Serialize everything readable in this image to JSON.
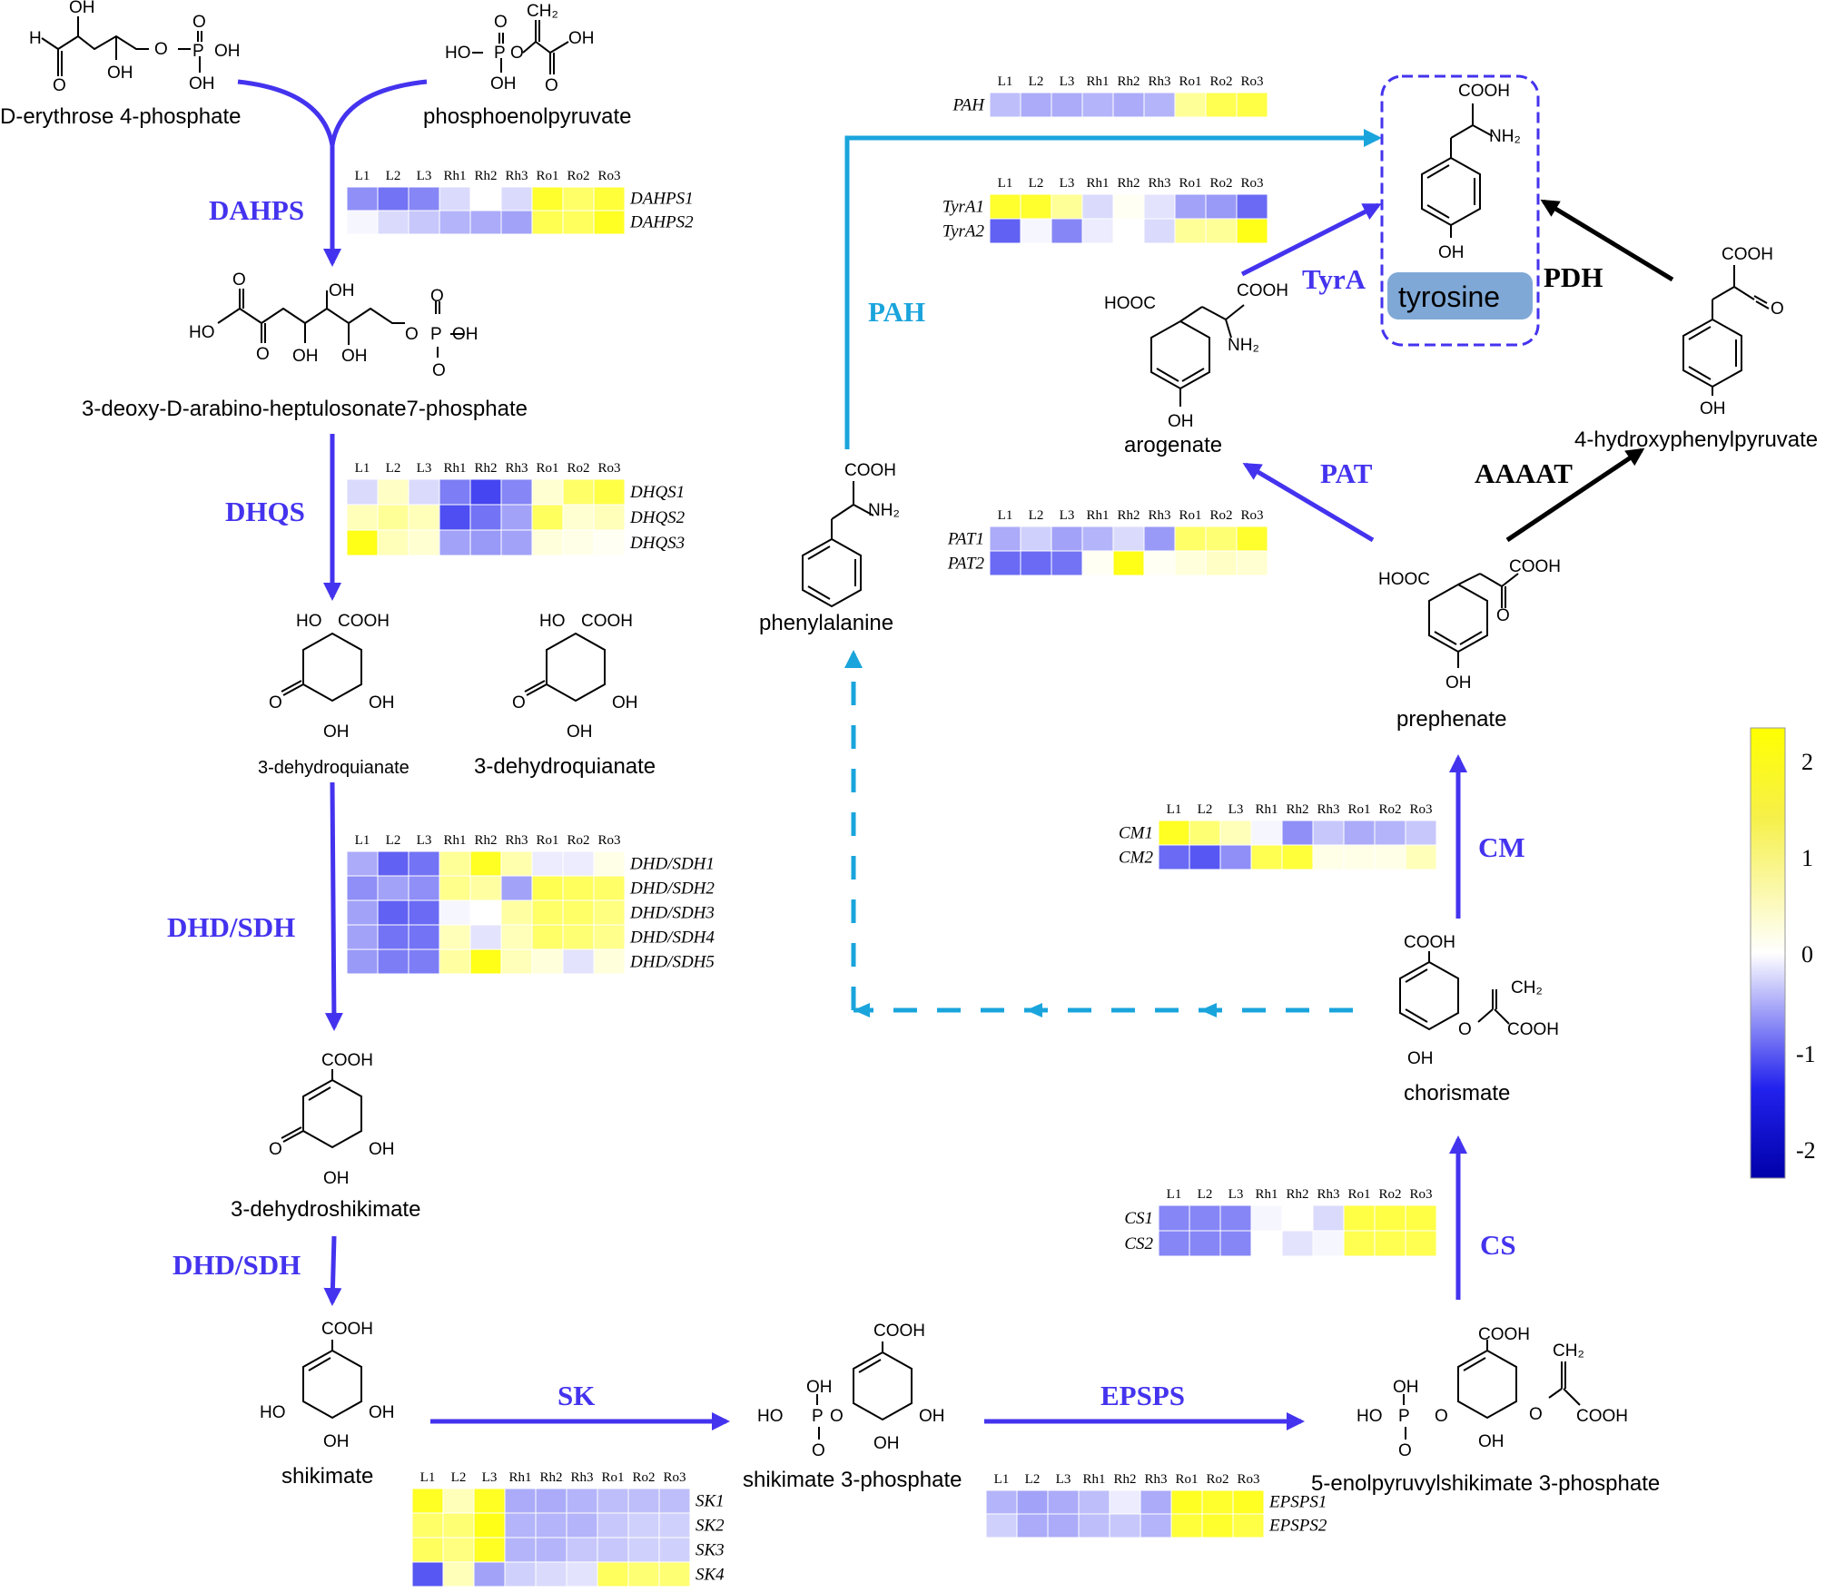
{
  "compounds": {
    "e4p": "D-erythrose 4-phosphate",
    "pep": "phosphoenolpyruvate",
    "dahp": "3-deoxy-D-arabino-heptulosonate7-phosphate",
    "dhq1": "3-dehydroquianate",
    "dhq2": "3-dehydroquianate",
    "dhs": "3-dehydroshikimate",
    "shk": "shikimate",
    "s3p": "shikimate 3-phosphate",
    "epsp": "5-enolpyruvylshikimate 3-phosphate",
    "chor": "chorismate",
    "prep": "prephenate",
    "arog": "arogenate",
    "hpp": "4-hydroxyphenylpyruvate",
    "phe": "phenylalanine",
    "tyr": "tyrosine"
  },
  "enzymes": {
    "dahps": "DAHPS",
    "dhqs": "DHQS",
    "dhdsdh1": "DHD/SDH",
    "dhdsdh2": "DHD/SDH",
    "sk": "SK",
    "epsps": "EPSPS",
    "cs": "CS",
    "cm": "CM",
    "pat": "PAT",
    "tyra": "TyrA",
    "pah": "PAH",
    "pdh": "PDH",
    "aaaat": "AAAAT"
  },
  "chem_labels": {
    "oh": "OH",
    "cooh": "COOH",
    "hooc": "HOOC",
    "ho": "HO",
    "o": "O",
    "p": "P",
    "h": "H",
    "ch2": "CH₂",
    "nh2": "NH₂",
    "hop": "HO–P–O"
  },
  "colors": {
    "blue_arrow": "#4433ee",
    "cyan_arrow": "#1aa4dc",
    "black_arrow": "#000000",
    "tyr_box": "#4433ee"
  },
  "heatmap_columns": [
    "L1",
    "L2",
    "L3",
    "Rh1",
    "Rh2",
    "Rh3",
    "Ro1",
    "Ro2",
    "Ro3"
  ],
  "heatmaps": [
    {
      "id": "dahps",
      "genes": [
        "DAHPS1",
        "DAHPS2"
      ],
      "values": [
        [
          -1.2,
          -1.5,
          -1.3,
          -0.4,
          0.0,
          -0.4,
          1.8,
          1.3,
          1.7
        ],
        [
          -0.1,
          -0.4,
          -0.6,
          -0.8,
          -0.9,
          -1.0,
          1.5,
          1.4,
          1.9
        ]
      ]
    },
    {
      "id": "dhqs",
      "genes": [
        "DHQS1",
        "DHQS2",
        "DHQS3"
      ],
      "values": [
        [
          -0.4,
          0.5,
          -0.4,
          -1.4,
          -2.0,
          -1.3,
          0.4,
          1.3,
          1.6
        ],
        [
          0.6,
          0.9,
          0.6,
          -1.9,
          -1.5,
          -1.0,
          1.4,
          0.4,
          0.6
        ],
        [
          2.0,
          0.6,
          0.4,
          -1.0,
          -1.1,
          -1.0,
          0.3,
          0.2,
          0.1
        ]
      ]
    },
    {
      "id": "dhd",
      "genes": [
        "DHD/SDH1",
        "DHD/SDH2",
        "DHD/SDH3",
        "DHD/SDH4",
        "DHD/SDH5"
      ],
      "values": [
        [
          -0.9,
          -1.7,
          -1.5,
          0.9,
          1.9,
          0.7,
          -0.2,
          -0.2,
          0.2
        ],
        [
          -1.2,
          -1.0,
          -1.2,
          1.0,
          0.8,
          -1.0,
          1.5,
          1.4,
          1.3
        ],
        [
          -1.0,
          -1.7,
          -1.6,
          -0.1,
          0.0,
          0.8,
          1.3,
          1.3,
          1.1
        ],
        [
          -1.0,
          -1.5,
          -1.5,
          0.6,
          -0.3,
          0.6,
          1.3,
          1.2,
          1.0
        ],
        [
          -1.1,
          -1.4,
          -1.4,
          0.8,
          2.0,
          0.6,
          0.3,
          -0.3,
          0.3
        ]
      ]
    },
    {
      "id": "sk",
      "genes": [
        "SK1",
        "SK2",
        "SK3",
        "SK4"
      ],
      "values": [
        [
          1.9,
          0.6,
          1.9,
          -0.9,
          -0.9,
          -0.8,
          -0.7,
          -0.7,
          -0.7
        ],
        [
          1.3,
          1.2,
          2.0,
          -0.8,
          -0.8,
          -0.8,
          -0.6,
          -0.5,
          -0.5
        ],
        [
          1.4,
          1.1,
          1.9,
          -0.8,
          -0.8,
          -0.6,
          -0.6,
          -0.5,
          -0.5
        ],
        [
          -1.8,
          0.6,
          -1.0,
          -0.5,
          -0.4,
          -0.3,
          1.4,
          1.2,
          1.2
        ]
      ]
    },
    {
      "id": "epsps",
      "genes": [
        "EPSPS1",
        "EPSPS2"
      ],
      "values": [
        [
          -0.8,
          -1.0,
          -0.9,
          -0.7,
          -0.2,
          -0.9,
          1.9,
          1.8,
          1.9
        ],
        [
          -0.5,
          -0.9,
          -0.9,
          -0.7,
          -0.6,
          -0.8,
          1.7,
          1.8,
          1.6
        ]
      ]
    },
    {
      "id": "cs",
      "genes": [
        "CS1",
        "CS2"
      ],
      "values": [
        [
          -1.3,
          -1.3,
          -1.3,
          -0.1,
          0.0,
          -0.4,
          1.6,
          1.6,
          1.6
        ],
        [
          -1.3,
          -1.3,
          -1.3,
          0.0,
          -0.3,
          -0.1,
          1.5,
          1.5,
          1.5
        ]
      ]
    },
    {
      "id": "cm",
      "genes": [
        "CM1",
        "CM2"
      ],
      "values": [
        [
          1.9,
          1.2,
          0.6,
          -0.1,
          -1.2,
          -0.6,
          -0.9,
          -0.8,
          -0.6
        ],
        [
          -1.6,
          -1.8,
          -1.2,
          1.5,
          1.7,
          0.2,
          0.2,
          0.2,
          0.6
        ]
      ]
    },
    {
      "id": "pat",
      "genes": [
        "PAT1",
        "PAT2"
      ],
      "values": [
        [
          -0.9,
          -0.5,
          -1.0,
          -0.8,
          -0.4,
          -1.1,
          1.3,
          1.2,
          1.8
        ],
        [
          -1.6,
          -1.6,
          -1.5,
          0.1,
          2.0,
          0.1,
          0.3,
          0.5,
          0.4
        ]
      ]
    },
    {
      "id": "tyra",
      "genes": [
        "TyrA1",
        "TyrA2"
      ],
      "values": [
        [
          1.8,
          1.8,
          0.9,
          -0.4,
          0.1,
          -0.3,
          -1.0,
          -1.1,
          -1.6
        ],
        [
          -1.7,
          -0.1,
          -1.3,
          -0.2,
          0.0,
          -0.4,
          0.9,
          0.9,
          2.0
        ]
      ]
    },
    {
      "id": "pah",
      "genes": [
        "PAH"
      ],
      "values": [
        [
          -0.7,
          -0.9,
          -0.9,
          -0.8,
          -0.9,
          -0.8,
          0.9,
          1.5,
          1.6
        ]
      ]
    }
  ],
  "scale_bar": {
    "ticks": [
      "2",
      "1",
      "0",
      "-1",
      "-2"
    ],
    "min": -2.3,
    "max": 2.3
  }
}
